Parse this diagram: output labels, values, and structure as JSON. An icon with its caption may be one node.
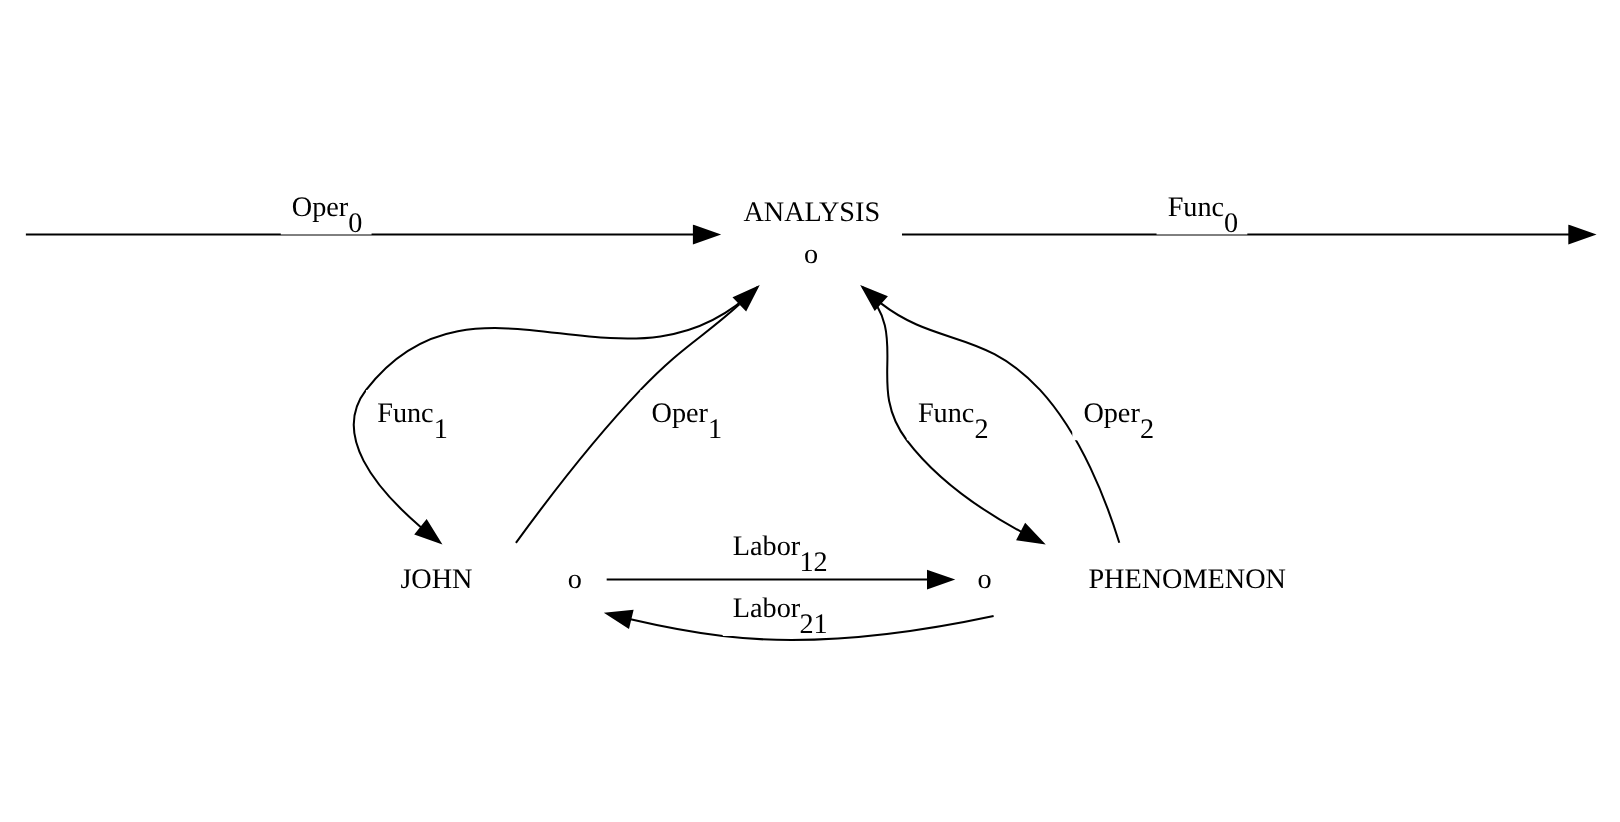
{
  "diagram": {
    "nodes": [
      {
        "text": [
          "o"
        ],
        "beside": [
          "ANALYSIS"
        ]
      },
      {
        "text": [
          "o"
        ],
        "beside": [
          "JOHN"
        ]
      },
      {
        "text": [
          "o"
        ],
        "beside": [
          "PHENOMENON"
        ]
      }
    ],
    "edges": [
      {
        "from": null,
        "to": 0,
        "arrow": "to",
        "label": "Oper$_{0}$"
      },
      {
        "from": 0,
        "to": null,
        "arrow": "to",
        "label": "Func$_{0}$"
      },
      {
        "from": 0,
        "to": 1,
        "arrow": "to",
        "label": "Func$_{1}$"
      },
      {
        "from": 1,
        "to": 0,
        "arrow": "to",
        "label": "Oper$_{1}$"
      },
      {
        "from": 2,
        "to": 0,
        "arrow": "to",
        "label": "Oper$_{2}$"
      },
      {
        "from": 0,
        "to": 2,
        "arrow": "to",
        "label": "Func$_{2}$"
      },
      {
        "from": 1,
        "to": 2,
        "arrow": "to",
        "label": "Labor$_{12}$"
      },
      {
        "from": 2,
        "to": 1,
        "arrow": "to",
        "label": "Labor$_{21}$"
      }
    ]
  }
}
